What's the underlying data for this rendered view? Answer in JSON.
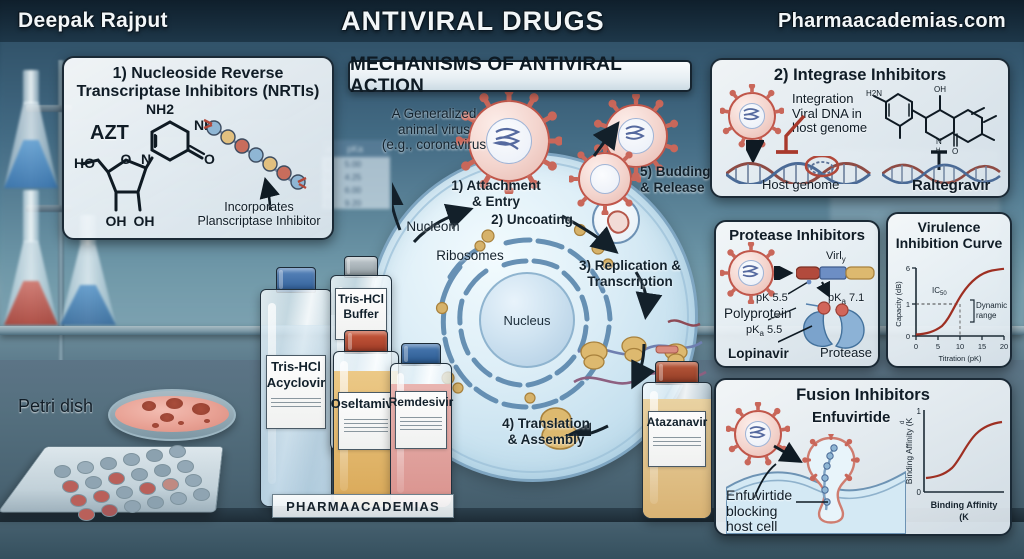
{
  "header": {
    "author": "Deepak Rajput",
    "title": "ANTIVIRAL DRUGS",
    "site": "Pharmaacademias.com"
  },
  "panel_nrti": {
    "title_line1": "1) Nucleoside Reverse",
    "title_line2": "Transcriptase Inhibitors (NRTIs)",
    "drug": "AZT",
    "chem_labels": {
      "amine": "NH2",
      "ring_nh": "NH",
      "carbonyl_o": "O",
      "ring_o": "O",
      "hydroxyl_ho": "HO",
      "hydroxyl_oh_left": "OH",
      "hydroxyl_oh_right": "OH"
    },
    "annotation_line1": "Incorporates",
    "annotation_line2": "Planscriptase Inhibitor"
  },
  "panel_center": {
    "title": "MECHANISMS OF ANTIVIRAL ACTION",
    "virus_caption_line1": "A Generalized",
    "virus_caption_line2": "animal virus",
    "virus_caption_line3": "(e.g., coronavirus",
    "steps": [
      {
        "n": "1)",
        "label_line1": "Attachment",
        "label_line2": "& Entry"
      },
      {
        "n": "2)",
        "label_line1": "Uncoating",
        "label_line2": ""
      },
      {
        "n": "3)",
        "label_line1": "Replication &",
        "label_line2": "Transcription"
      },
      {
        "n": "4)",
        "label_line1": "Translation",
        "label_line2": "& Assembly"
      },
      {
        "n": "5)",
        "label_line1": "Budding",
        "label_line2": "& Release"
      }
    ],
    "organelles": {
      "nucleom": "Nucleom",
      "ribosomes": "Ribosomes",
      "nucleus": "Nucleus"
    }
  },
  "panel_integrase": {
    "title": "2) Integrase Inhibitors",
    "annotation_line1": "Integration",
    "annotation_line2": "Viral DNA in",
    "annotation_line3": "host genome",
    "host_genome": "Host genome",
    "drug": "Raltegravir",
    "chem_labels": {
      "hydroxyl": "OH",
      "amine": "H2N",
      "ring_nh": "N",
      "ring_nh_h": "H",
      "carbonyl_o": "O"
    }
  },
  "panel_protease": {
    "title": "Protease Inhibitors",
    "polyprotein": "Polyprotein",
    "viral": "Virl",
    "viral_sub": "y",
    "pk_left": "pK 5.5",
    "pka_right": "pKa 7.1",
    "pka_bottom": "pKa 5.5",
    "drug": "Lopinavir",
    "enzyme": "Protease"
  },
  "panel_curve": {
    "title_line1": "Virulence",
    "title_line2": "Inhibition Curve"
  },
  "panel_fusion": {
    "title": "Fusion Inhibitors",
    "drug": "Enfuvirtide",
    "annotation_line1": "Enfuvirtide",
    "annotation_line2": "blocking",
    "annotation_line3": "host cell"
  },
  "bench": {
    "petri_label": "Petri dish",
    "watermark": "PHARMAACADEMIAS"
  },
  "bottles": [
    {
      "name": "acyclovir-bottle",
      "label_line1": "Tris-HCl",
      "label_line2": "Acyclovir",
      "cap_color": "#3b6ea8",
      "fill_color": "#cfe3ef"
    },
    {
      "name": "buffer-bottle",
      "label_line1": "Tris-HCl",
      "label_line2": "Buffer",
      "cap_color": "#9aa5ab",
      "fill_color": "#e3eef4"
    },
    {
      "name": "oseltamivir-bottle",
      "label_line1": "Oseltamivlr",
      "label_line2": "",
      "cap_color": "#b1452e",
      "fill_color": "#e4bc72"
    },
    {
      "name": "remdesivir-bottle",
      "label_line1": "Remdesivir",
      "label_line2": "",
      "cap_color": "#2e5f96",
      "fill_color": "#e0a8a4"
    },
    {
      "name": "atazanavir-bottle",
      "label_line1": "Atazanavir",
      "label_line2": "",
      "cap_color": "#a1452f",
      "fill_color": "#e0c08a"
    }
  ],
  "bg_table": {
    "header_left": "a",
    "header_right": "pKa",
    "rows": [
      {
        "left": "1",
        "right": "5.00"
      },
      {
        "left": "0",
        "right": "4.25"
      },
      {
        "left": "7",
        "right": "6.00"
      },
      {
        "left": "0",
        "right": "9.20"
      }
    ]
  },
  "colors": {
    "virus_red": "#c0564a",
    "panel_border": "#1b2a36",
    "curve_red": "#9e2f22",
    "cell_blue": "#b2d3e6",
    "accent_dark": "#101c26"
  },
  "chart_data": [
    {
      "type": "line",
      "name": "virulence-inhibition-curve",
      "title": "Virulence Inhibition Curve",
      "xlabel": "Titration (pK)",
      "ylabel": "Capacity (dB)",
      "xlim": [
        0,
        20
      ],
      "ylim": [
        0,
        6
      ],
      "xticks": [
        0,
        5,
        10,
        15,
        20
      ],
      "yticks": [
        0,
        1,
        6
      ],
      "grid": false,
      "legend": "none",
      "annotations": [
        "IC50",
        "Dynamic range"
      ],
      "ic50_x": 10,
      "ic50_y": 1,
      "series": [
        {
          "name": "inhibition",
          "color": "#9e2f22",
          "x": [
            0,
            1,
            2,
            3,
            4,
            5,
            6,
            7,
            8,
            9,
            10,
            11,
            12,
            13,
            14,
            15,
            16,
            17,
            18,
            19,
            20
          ],
          "y": [
            0.05,
            0.08,
            0.12,
            0.2,
            0.32,
            0.5,
            0.78,
            1.15,
            1.7,
            2.5,
            3.4,
            4.2,
            4.8,
            5.2,
            5.45,
            5.6,
            5.72,
            5.8,
            5.86,
            5.9,
            5.95
          ]
        }
      ]
    },
    {
      "type": "line",
      "name": "binding-affinity-curve",
      "title": "",
      "xlabel_line1": "Binding Affinity",
      "xlabel_line2": "(Kd)",
      "ylabel": "Binding Affinity (Kd)",
      "xlim": [
        0,
        10
      ],
      "ylim": [
        0,
        1
      ],
      "xticks": [],
      "yticks": [
        0,
        1
      ],
      "grid": false,
      "legend": "none",
      "series": [
        {
          "name": "binding",
          "color": "#9e2f22",
          "x": [
            0,
            1,
            2,
            3,
            4,
            5,
            6,
            7,
            8,
            9,
            10
          ],
          "y": [
            0.12,
            0.13,
            0.16,
            0.22,
            0.34,
            0.5,
            0.65,
            0.75,
            0.8,
            0.82,
            0.83
          ]
        }
      ]
    }
  ]
}
